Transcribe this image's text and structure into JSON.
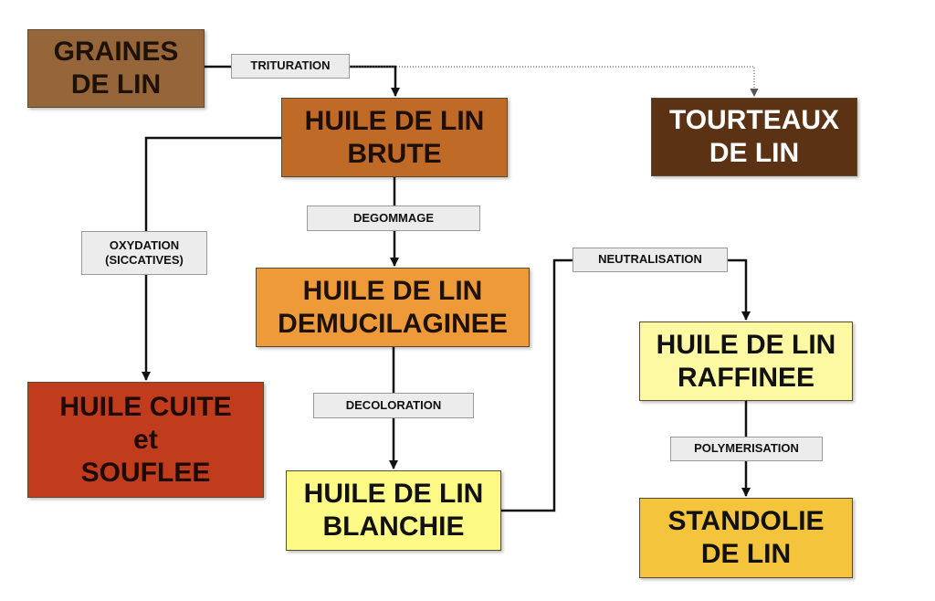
{
  "nodes": {
    "graines": [
      "GRAINES",
      "DE LIN"
    ],
    "brute": [
      "HUILE DE LIN",
      "BRUTE"
    ],
    "tourteaux": [
      "TOURTEAUX",
      "DE LIN"
    ],
    "demucilaginee": [
      "HUILE DE LIN",
      "DEMUCILAGINEE"
    ],
    "cuite": [
      "HUILE CUITE",
      "et",
      "SOUFLEE"
    ],
    "raffinee": [
      "HUILE DE LIN",
      "RAFFINEE"
    ],
    "blanchie": [
      "HUILE DE LIN",
      "BLANCHIE"
    ],
    "standolie": [
      "STANDOLIE",
      "DE LIN"
    ]
  },
  "process_labels": {
    "trituration": [
      "TRITURATION"
    ],
    "degommage": [
      "DEGOMMAGE"
    ],
    "oxydation": [
      "OXYDATION",
      "(SICCATIVES)"
    ],
    "neutralisation": [
      "NEUTRALISATION"
    ],
    "decoloration": [
      "DECOLORATION"
    ],
    "polymerisation": [
      "POLYMERISATION"
    ]
  }
}
